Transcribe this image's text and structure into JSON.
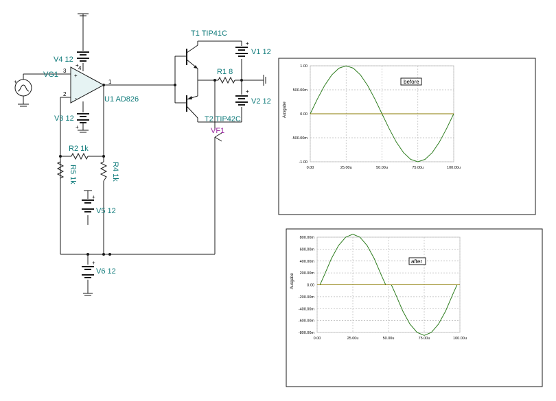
{
  "schematic": {
    "components": {
      "vg1": "VG1",
      "u1": "U1 AD826",
      "v4": "V4 12",
      "v3": "V3 12",
      "t1": "T1 TIP41C",
      "t2": "T2 TIP42C",
      "r1": "R1 8",
      "v1": "V1 12",
      "v2": "V2 12",
      "vf1": "VF1",
      "r2": "R2 1k",
      "r5": "R5 1k",
      "r4": "R4 1k",
      "v5": "V5 12",
      "v6": "V6 12"
    },
    "pins": {
      "p3": "3",
      "p2": "2",
      "p1": "1",
      "p4": "4"
    },
    "signs": {
      "plus": "+",
      "minus": "-"
    }
  },
  "chart_data": [
    {
      "type": "line",
      "annotation": "before",
      "ylabel": "Ausgabe",
      "x_ticks": [
        "0.00",
        "25.00u",
        "50.00u",
        "75.00u",
        "100.00u"
      ],
      "y_ticks": [
        "1.00",
        "500.00m",
        "0.00",
        "-500.00m",
        "-1.00"
      ],
      "xlim": [
        0,
        100
      ],
      "ylim": [
        -1,
        1
      ],
      "grid": true,
      "series": [
        {
          "color": "#2e7d1f",
          "x": [
            0,
            5,
            10,
            15,
            20,
            25,
            30,
            35,
            40,
            45,
            50,
            55,
            60,
            65,
            70,
            75,
            80,
            85,
            90,
            95,
            100
          ],
          "y": [
            0,
            0.31,
            0.59,
            0.81,
            0.95,
            1.0,
            0.95,
            0.81,
            0.59,
            0.31,
            0,
            -0.31,
            -0.59,
            -0.81,
            -0.95,
            -1.0,
            -0.95,
            -0.81,
            -0.59,
            -0.31,
            0
          ]
        },
        {
          "color": "#8a7a00",
          "x": [
            0,
            100
          ],
          "y": [
            0,
            0
          ]
        }
      ]
    },
    {
      "type": "line",
      "annotation": "after",
      "ylabel": "Ausgabe",
      "x_ticks": [
        "0.00",
        "25.00u",
        "50.00u",
        "75.00u",
        "100.00u"
      ],
      "y_ticks": [
        "800.00m",
        "600.00m",
        "400.00m",
        "200.00m",
        "0.00",
        "-200.00m",
        "-400.00m",
        "-600.00m",
        "-800.00m"
      ],
      "xlim": [
        0,
        100
      ],
      "ylim": [
        -0.8,
        0.8
      ],
      "grid": true,
      "series": [
        {
          "color": "#2e7d1f",
          "x": [
            0,
            2,
            5,
            10,
            15,
            20,
            25,
            30,
            35,
            40,
            45,
            48,
            50,
            52,
            55,
            60,
            65,
            70,
            75,
            80,
            85,
            90,
            95,
            98,
            100
          ],
          "y": [
            0,
            0,
            0.16,
            0.44,
            0.66,
            0.8,
            0.85,
            0.8,
            0.66,
            0.44,
            0.16,
            0,
            0,
            0,
            -0.16,
            -0.44,
            -0.66,
            -0.8,
            -0.85,
            -0.8,
            -0.66,
            -0.44,
            -0.16,
            0,
            0
          ]
        },
        {
          "color": "#8a7a00",
          "x": [
            0,
            100
          ],
          "y": [
            0,
            0
          ]
        }
      ]
    }
  ]
}
